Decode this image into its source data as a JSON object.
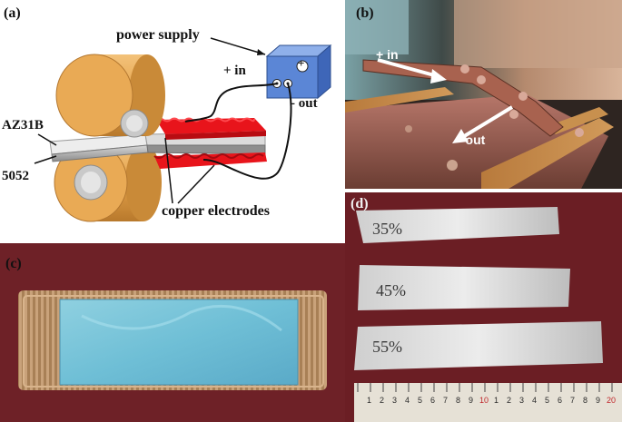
{
  "panels": {
    "a": {
      "label": "(a)",
      "power_supply": "power supply",
      "plus_in": "+ in",
      "minus_out": "- out",
      "az31b": "AZ31B",
      "al5052": "5052",
      "copper_electrodes": "copper electrodes",
      "plus_symbol": "+",
      "colors": {
        "roller": "#e4a24a",
        "roller_end": "#c7c7c7",
        "electrode": "#e8141b",
        "supply": "#5b86d6"
      }
    },
    "b": {
      "label": "(b)",
      "plus_in": "+ in",
      "minus_out": "- out"
    },
    "c": {
      "label": "(c)"
    },
    "d": {
      "label": "(d)",
      "strips": [
        "35%",
        "45%",
        "55%"
      ],
      "ruler_numbers": [
        "1",
        "2",
        "3",
        "4",
        "5",
        "6",
        "7",
        "8",
        "9",
        "10",
        "1",
        "2",
        "3",
        "4",
        "5",
        "6",
        "7",
        "8",
        "9",
        "20"
      ]
    }
  }
}
